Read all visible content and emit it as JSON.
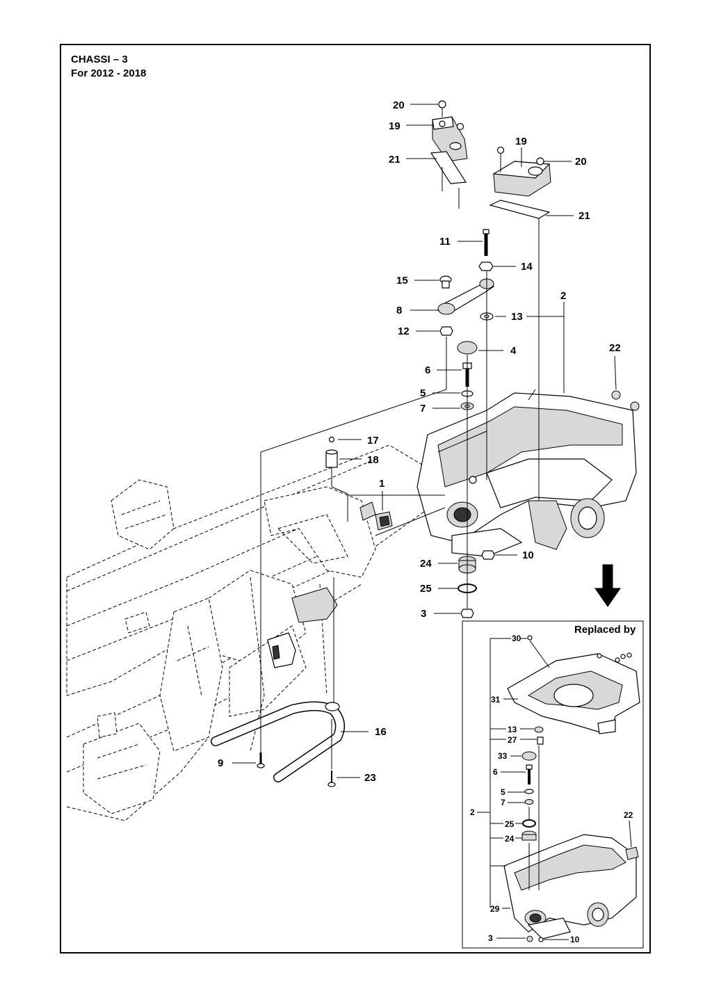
{
  "header": {
    "title": "CHASSI – 3",
    "subtitle": "For 2012 - 2018"
  },
  "inset": {
    "title": "Replaced by"
  },
  "callouts": {
    "main": [
      "20",
      "19",
      "21",
      "19",
      "20",
      "21",
      "11",
      "14",
      "15",
      "8",
      "2",
      "13",
      "12",
      "4",
      "22",
      "6",
      "5",
      "7",
      "17",
      "18",
      "1",
      "24",
      "10",
      "25",
      "3",
      "16",
      "9",
      "23"
    ],
    "inset": [
      "30",
      "31",
      "13",
      "27",
      "33",
      "6",
      "5",
      "7",
      "2",
      "25",
      "24",
      "22",
      "29",
      "3",
      "10"
    ]
  },
  "icons": {
    "replacement_arrow": "arrow-down-icon"
  },
  "colors": {
    "line": "#000000",
    "background": "#ffffff",
    "shading": "#d8d8d8"
  }
}
